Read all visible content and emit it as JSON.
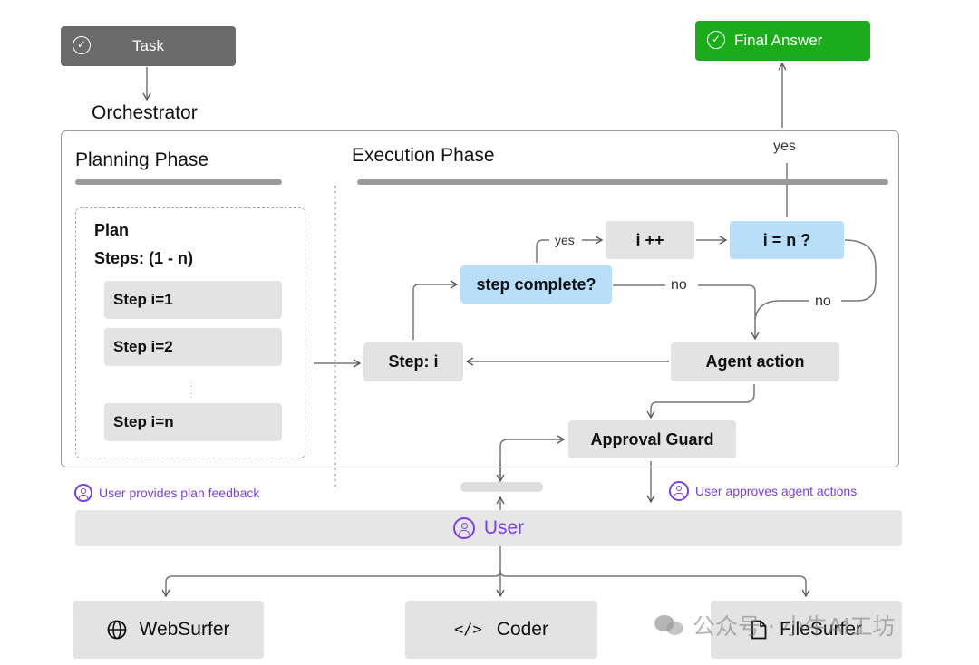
{
  "task": {
    "label": "Task"
  },
  "orchestrator": {
    "title": "Orchestrator"
  },
  "final_answer": {
    "label": "Final Answer"
  },
  "planning": {
    "title": "Planning Phase",
    "plan_title": "Plan",
    "steps_label": "Steps: (1 - n)",
    "steps": [
      "Step i=1",
      "Step i=2",
      "Step i=n"
    ]
  },
  "execution": {
    "title": "Execution Phase",
    "step_i": "Step: i",
    "step_complete": "step complete?",
    "increment": "i ++",
    "i_equals_n": "i = n ?",
    "agent_action": "Agent action",
    "approval_guard": "Approval Guard",
    "yes_label": "yes",
    "yes_top_label": "yes",
    "no_label": "no",
    "no_right_label": "no"
  },
  "user": {
    "label": "User",
    "plan_feedback": "User  provides plan feedback",
    "approves_actions": "User  approves agent actions"
  },
  "agents": [
    {
      "label": "WebSurfer",
      "icon": "globe-icon"
    },
    {
      "label": "Coder",
      "icon": "code-icon"
    },
    {
      "label": "FileSurfer",
      "icon": "file-icon"
    }
  ],
  "watermark": {
    "text": "公众号 · 小牛AI工坊"
  },
  "colors": {
    "task_bg": "#6b6b6b",
    "final_answer_bg": "#1aac1a",
    "decision_blue": "#b9def9",
    "node_grey": "#e3e3e3",
    "user_purple": "#7b3fe4"
  }
}
